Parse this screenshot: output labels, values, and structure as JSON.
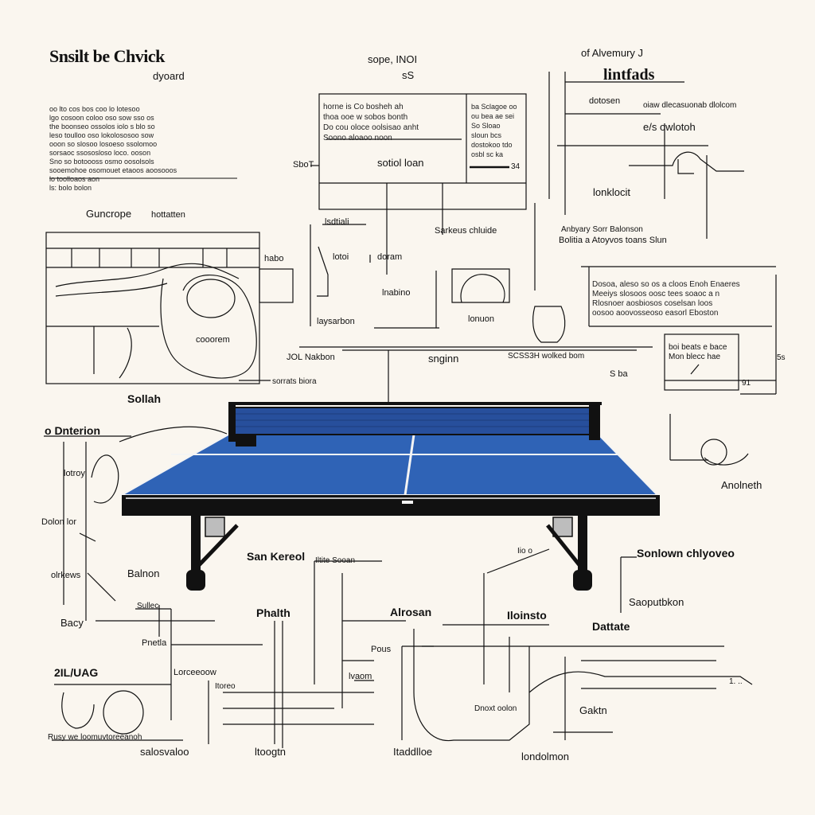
{
  "colors": {
    "paper": "#faf6ef",
    "ink": "#111111",
    "table_blue": "#2f63b6",
    "table_blue_dark": "#1e4a92",
    "net_blue": "#274f9c"
  },
  "labels": {
    "title_left": "Snsilt be Chvick",
    "title_left_sub": "dyoard",
    "top_center_a": "sope, INOI",
    "top_center_b": "sS",
    "top_right_a": "of Alvemury J",
    "top_right_b": "lintfads",
    "left_box_title_a": "Guncrope",
    "left_box_title_b": "hottatten",
    "left_box_side": "habo",
    "left_box_inner": "cooorem",
    "left_box_caption": "sorrats biora",
    "sollah": "Sollah",
    "center_box_left_tag": "SboT",
    "center_box_inner": "sotiol  loan",
    "center_box_right_num": "34",
    "center_bottom_a": "lsdtiali",
    "center_bottom_b": "lotoi",
    "center_bottom_c": "doram",
    "center_bottom_d": "laysarbon",
    "center_bottom_e": "lnabino",
    "center_bottom_f": "lonuon",
    "center_bottom_g": "Sarkeus chluide",
    "mid_row_a": "JOL Nakbon",
    "mid_row_b": "snginn",
    "mid_row_c": "SCSS3H wolked bom",
    "mid_row_d": "S ba",
    "right_a": "dotosen",
    "right_b": "oiaw dlecasuonab dlolcom",
    "right_c": "e/s owlotoh",
    "right_d": "lonklocit",
    "right_e": "Anbyary Sorr Balonson",
    "right_f": "Bolitia a Atoyvos toans Slun",
    "right_box_a": "boi beats e bace",
    "right_box_b": "Mon blecc hae",
    "right_box_num": "91",
    "right_side": "5s",
    "right_ball_label": "Anolneth",
    "left_mid_a": "o Dnterion",
    "left_mid_b": "lotroy",
    "left_mid_c": "Dolon lor",
    "left_mid_d": "olrkews",
    "left_mid_e": "Balnon",
    "left_mid_f": "Bacy",
    "bottom_a": "San Kereol",
    "bottom_b": "Iltite  Sooan",
    "bottom_c": "Sullec",
    "bottom_d": "Pnetla",
    "bottom_e": "Phalth",
    "bottom_f": "Alrosan",
    "bottom_g": "Iloinsto",
    "bottom_h": "Sonlown chlyoveo",
    "bottom_i": "Saoputbkon",
    "bottom_j": "Dattate",
    "bottom_k": "2IL/UAG",
    "bottom_l": "Lorceeoow",
    "bottom_m": "lvaom",
    "bottom_n": "Itoreo",
    "bottom_o": "Rusy we loomuvtoreeanoh",
    "bottom_p": "salosvaloo",
    "bottom_q": "ltoogtn",
    "bottom_r": "Itaddlloe",
    "bottom_s": "londolmon",
    "bottom_t": "Gaktn",
    "bottom_u": "Dnoxt oolon",
    "bottom_v": "Pous",
    "bottom_w": "1. ..",
    "bottom_x": "Iio o"
  },
  "paragraphs": {
    "top_left": [
      "oo lto cos bos coo lo lotesoo",
      "lgo cosoon coloo oso sow sso os",
      "the boonseo ossolos iolo s blo so",
      "leso toulloo oso lokolososoo sow",
      "ooon so slosoo losoeso ssolomoo",
      "sorsaoc ssososloso loco. ooson",
      "Sno so botoooss osmo oosolsols",
      "sooemohoe osomouet etaoos aoosooos",
      "lo toolloaos aon",
      "ls: bolo bolon"
    ],
    "center_box": [
      "horne  is Co bosheh ah",
      "thoa ooe w sobos bonth",
      "Do cou oloce oolsisao anht",
      "Soono aloaoo noon"
    ],
    "center_box_right": [
      "ba Sclagoe oo",
      "ou bea ae sei",
      "So Sloao",
      "sloun bcs",
      "dostokoo tdo",
      "osbl sc ka"
    ],
    "right_mid": [
      "Dosoa, aleso so  os a cloos Enoh Enaeres",
      "Meeiys slosoos oosc tees soaoc  a n",
      "Rlosnoer aosbiosos coselsan loos",
      "oosoo aoovosseoso easorl Eboston"
    ]
  }
}
